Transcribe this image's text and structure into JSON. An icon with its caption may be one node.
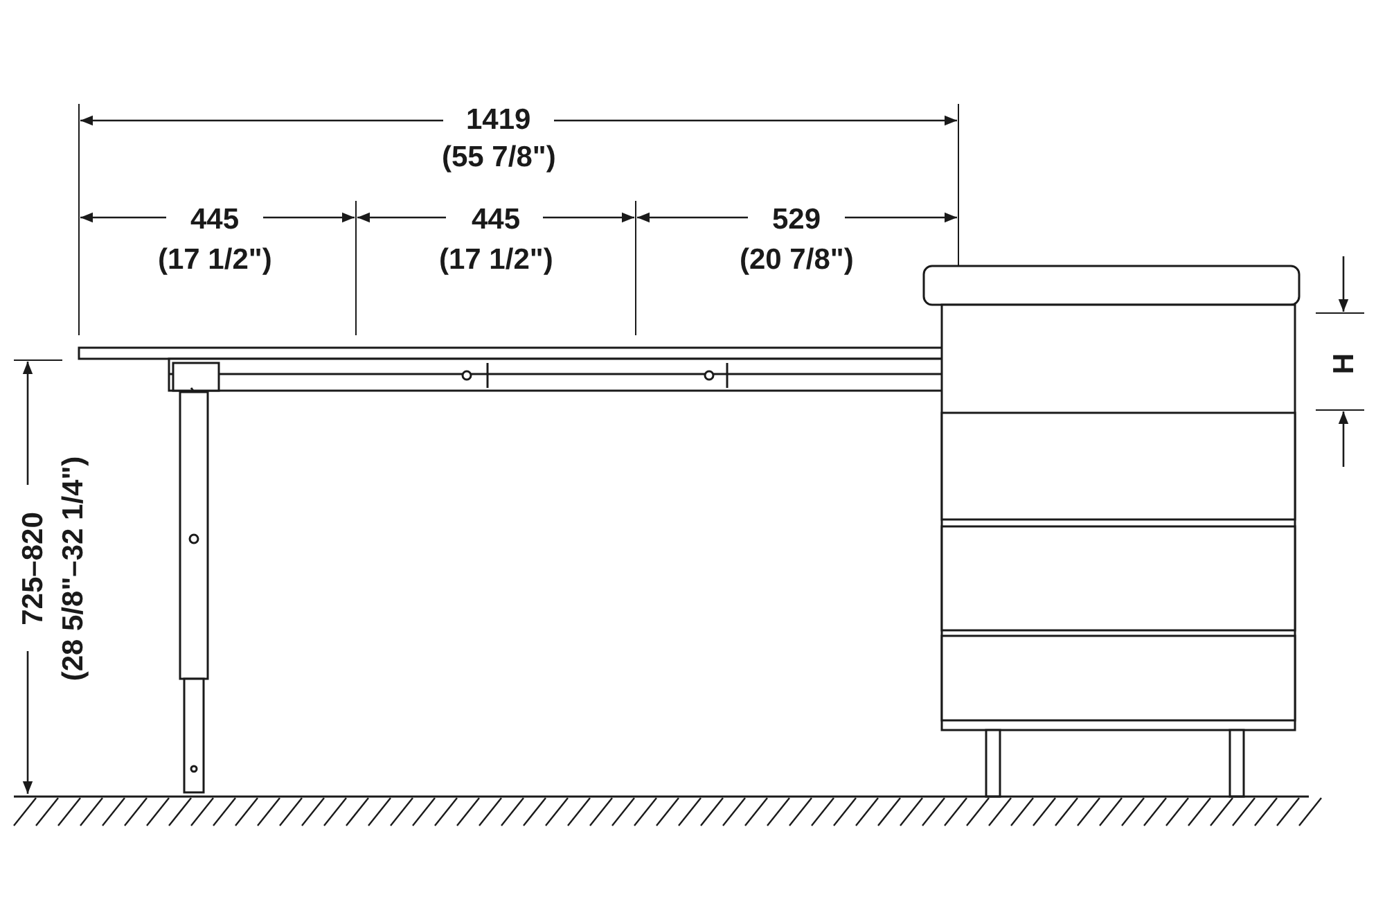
{
  "diagram": {
    "labels": [
      "1419",
      "(55 7/8\")",
      "445",
      "(17 1/2\")",
      "445",
      "(17 1/2\")",
      "529",
      "(20 7/8\")",
      "H",
      "725–820",
      "(28 5/8\"–32 1/4\")"
    ]
  }
}
